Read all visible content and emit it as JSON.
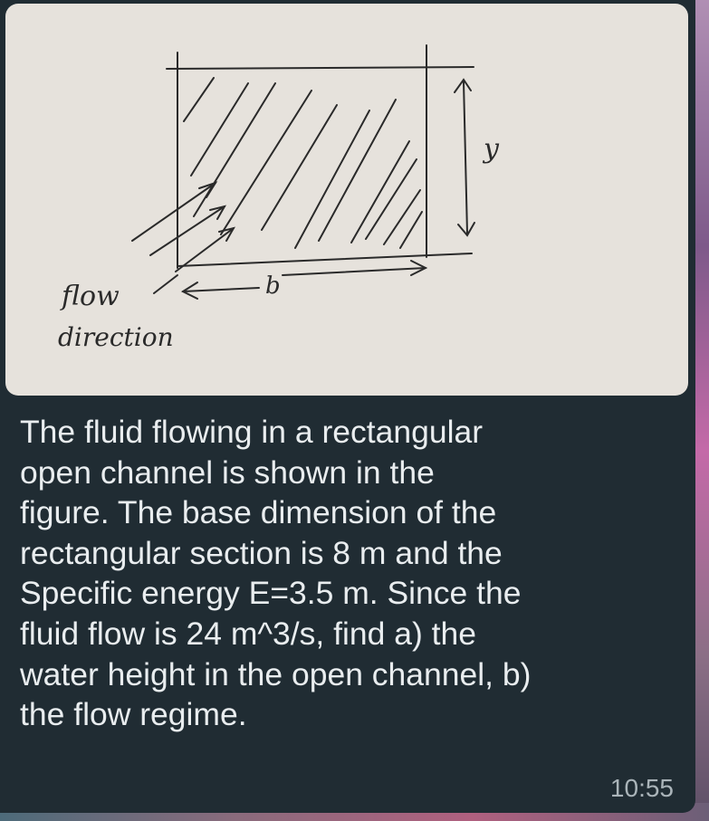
{
  "message": {
    "figure": {
      "label_flow": "flow",
      "label_direction": "direction",
      "label_b": "b",
      "label_y": "y"
    },
    "text": "The fluid flowing in a rectangular\nopen channel is shown in the\nfigure.  The base dimension of the\nrectangular section is 8 m and the\nSpecific energy E=3.5 m.  Since the\nfluid flow is 24 m^3/s, find a) the\nwater height in the open channel, b)\nthe flow regime.",
    "timestamp": "10:55"
  },
  "colors": {
    "bubble": "#202c33",
    "text": "#e9edef",
    "timestamp": "#aab4b9",
    "paper": "#e6e2dc",
    "ink": "#2a2a2a"
  }
}
